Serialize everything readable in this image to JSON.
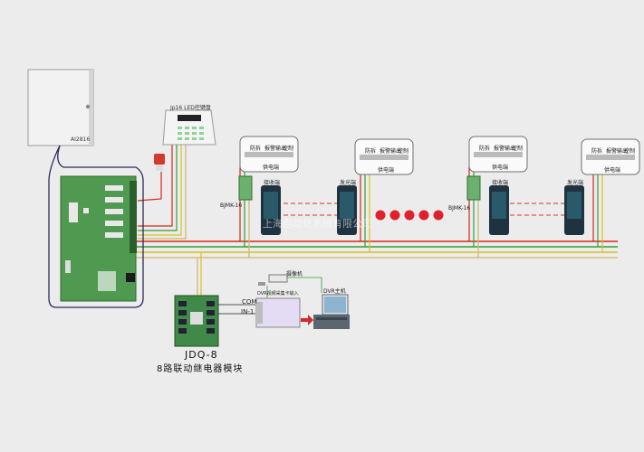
{
  "cabinet": {
    "model": "AI2816"
  },
  "keypad": {
    "title": "Jp16 LED控键盘"
  },
  "detector_boxes": [
    {
      "left": "防拆",
      "center": "报警输出",
      "right": "控制",
      "bottom": "供电端"
    },
    {
      "left": "防拆",
      "center": "报警输出",
      "right": "控制",
      "bottom": "供电端"
    },
    {
      "left": "防拆",
      "center": "报警输出",
      "right": "控制",
      "bottom": "供电端"
    },
    {
      "left": "防拆",
      "center": "报警输出",
      "right": "控制",
      "bottom": "供电端"
    }
  ],
  "emitter_labels": [
    "接收端",
    "发光端",
    "接收端",
    "发光端"
  ],
  "relay_tags": [
    "BJMK-16",
    "BJMK-16"
  ],
  "watermark": "上海自动化系统有限公司",
  "camera": {
    "label": "摄像机"
  },
  "dvr_card": {
    "label": "DVR视频采集卡输入"
  },
  "dvr_host": {
    "label": "DVR主机"
  },
  "com_label": "COM",
  "in_label": "IN-1",
  "module": {
    "model": "JDQ-8",
    "name": "8路联动继电器模块"
  },
  "colors": {
    "red_wire": "#d9261c",
    "green_wire": "#2e9e3a",
    "yellow_wire": "#d9c21a",
    "board": "#4f9a50",
    "background": "#ececec"
  }
}
